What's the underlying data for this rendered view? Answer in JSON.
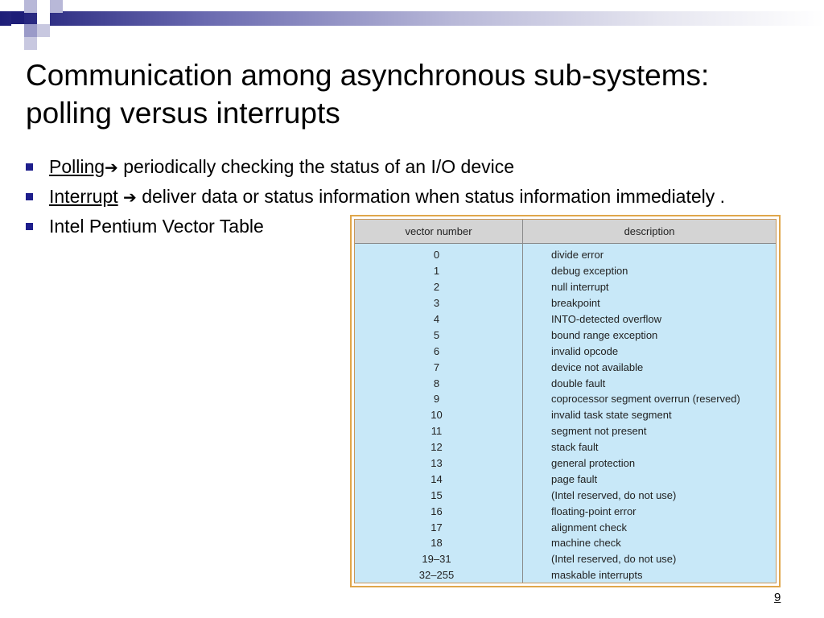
{
  "slide": {
    "title_line1": "Communication among asynchronous sub-systems:",
    "title_line2": "polling versus interrupts",
    "bullets": [
      {
        "term": "Polling",
        "arrow": "➔",
        "text": " periodically checking the status of an I/O device"
      },
      {
        "term": "Interrupt",
        "arrow": "➔",
        "text": " deliver data or status information when  status information immediately ."
      },
      {
        "term": "",
        "arrow": "",
        "text": "Intel Pentium Vector Table"
      }
    ],
    "page_number": "9"
  },
  "colors": {
    "accent": "#1e1e8c",
    "table_bg": "#c8e8f8",
    "table_header_bg": "#d4d4d4",
    "table_border": "#e0a64a"
  },
  "table": {
    "headers": [
      "vector number",
      "description"
    ],
    "rows": [
      [
        "0",
        "divide error"
      ],
      [
        "1",
        "debug exception"
      ],
      [
        "2",
        "null interrupt"
      ],
      [
        "3",
        "breakpoint"
      ],
      [
        "4",
        "INTO-detected overflow"
      ],
      [
        "5",
        "bound range exception"
      ],
      [
        "6",
        "invalid opcode"
      ],
      [
        "7",
        "device not available"
      ],
      [
        "8",
        "double fault"
      ],
      [
        "9",
        "coprocessor segment overrun (reserved)"
      ],
      [
        "10",
        "invalid task state segment"
      ],
      [
        "11",
        "segment not present"
      ],
      [
        "12",
        "stack fault"
      ],
      [
        "13",
        "general protection"
      ],
      [
        "14",
        "page fault"
      ],
      [
        "15",
        "(Intel reserved, do not use)"
      ],
      [
        "16",
        "floating-point error"
      ],
      [
        "17",
        "alignment check"
      ],
      [
        "18",
        "machine check"
      ],
      [
        "19–31",
        "(Intel reserved, do not use)"
      ],
      [
        "32–255",
        "maskable interrupts"
      ]
    ]
  }
}
